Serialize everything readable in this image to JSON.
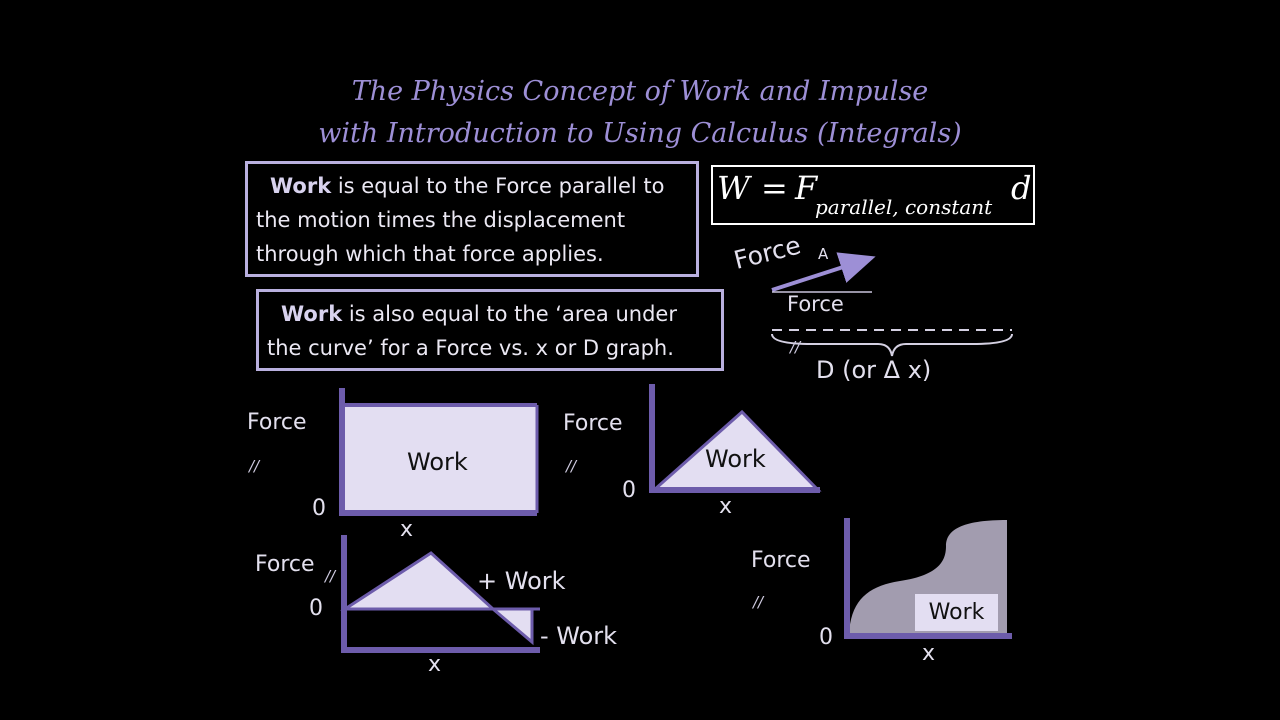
{
  "title": {
    "line1": "The Physics Concept of Work and Impulse",
    "line2": "with Introduction to Using Calculus (Integrals)"
  },
  "definition1": {
    "bold": "Work",
    "text": " is equal to the Force parallel to the motion times the displacement through which that force applies."
  },
  "definition2": {
    "bold": "Work",
    "text": " is also equal to the ‘area under the curve’ for a Force vs. x or D graph."
  },
  "formula": {
    "lhs": "W",
    "eq": "=",
    "f": "F",
    "sub": "parallel, constant",
    "d": "d"
  },
  "force_diagram": {
    "force_label": "Force",
    "sub_a": "A",
    "force_parallel_label": "Force",
    "parallel_mark": "//",
    "displacement_label": "D (or Δ x)"
  },
  "graph_rect": {
    "y_label": "Force",
    "parallel": "//",
    "origin": "0",
    "x_label": "x",
    "area_label": "Work"
  },
  "graph_triangle": {
    "y_label": "Force",
    "parallel": "//",
    "origin": "0",
    "x_label": "x",
    "area_label": "Work"
  },
  "graph_posneg": {
    "y_label": "Force",
    "parallel": "//",
    "origin": "0",
    "x_label": "x",
    "pos_label": "+ Work",
    "neg_label": "- Work"
  },
  "graph_curve": {
    "y_label": "Force",
    "parallel": "//",
    "origin": "0",
    "x_label": "x",
    "area_label": "Work"
  },
  "colors": {
    "axis": "#6d5cab",
    "fill": "#e3def2",
    "title": "#9d8fd6",
    "curve_fill": "#a29caf"
  }
}
